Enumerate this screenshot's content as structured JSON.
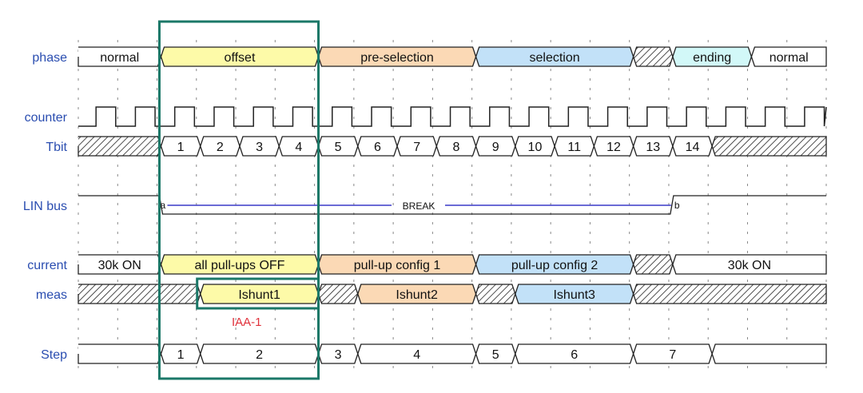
{
  "time_units": 19,
  "colors": {
    "yellow": "#fdfaa8",
    "orange": "#fbd9b5",
    "blue": "#c2e1f8",
    "cyan": "#d2f8f8",
    "white": "#ffffff",
    "label": "#2a4db0",
    "highlight": "#1b7868",
    "annotation": "#e0303a",
    "break_line": "#3a3ac8"
  },
  "signals": [
    {
      "id": "phase",
      "label": "phase",
      "type": "bus",
      "segments": [
        {
          "start": 0,
          "end": 2.1,
          "text": "normal",
          "fill": "white"
        },
        {
          "start": 2.1,
          "end": 6.1,
          "text": "offset",
          "fill": "yellow"
        },
        {
          "start": 6.1,
          "end": 10.1,
          "text": "pre-selection",
          "fill": "orange"
        },
        {
          "start": 10.1,
          "end": 14.1,
          "text": "selection",
          "fill": "blue"
        },
        {
          "start": 14.1,
          "end": 15.1,
          "text": "",
          "fill": "hatch"
        },
        {
          "start": 15.1,
          "end": 17.1,
          "text": "ending",
          "fill": "cyan"
        },
        {
          "start": 17.1,
          "end": 19,
          "text": "normal",
          "fill": "white"
        }
      ]
    },
    {
      "id": "counter",
      "label": "counter",
      "type": "clock",
      "high_from": 0.45,
      "high_to": 0.95
    },
    {
      "id": "tbit",
      "label": "Tbit",
      "type": "bus",
      "segments": [
        {
          "start": 0,
          "end": 2.1,
          "text": "",
          "fill": "hatch"
        },
        {
          "start": 2.1,
          "end": 3.1,
          "text": "1",
          "fill": "white"
        },
        {
          "start": 3.1,
          "end": 4.1,
          "text": "2",
          "fill": "white"
        },
        {
          "start": 4.1,
          "end": 5.1,
          "text": "3",
          "fill": "white"
        },
        {
          "start": 5.1,
          "end": 6.1,
          "text": "4",
          "fill": "white"
        },
        {
          "start": 6.1,
          "end": 7.1,
          "text": "5",
          "fill": "white"
        },
        {
          "start": 7.1,
          "end": 8.1,
          "text": "6",
          "fill": "white"
        },
        {
          "start": 8.1,
          "end": 9.1,
          "text": "7",
          "fill": "white"
        },
        {
          "start": 9.1,
          "end": 10.1,
          "text": "8",
          "fill": "white"
        },
        {
          "start": 10.1,
          "end": 11.1,
          "text": "9",
          "fill": "white"
        },
        {
          "start": 11.1,
          "end": 12.1,
          "text": "10",
          "fill": "white"
        },
        {
          "start": 12.1,
          "end": 13.1,
          "text": "11",
          "fill": "white"
        },
        {
          "start": 13.1,
          "end": 14.1,
          "text": "12",
          "fill": "white"
        },
        {
          "start": 14.1,
          "end": 15.1,
          "text": "13",
          "fill": "white"
        },
        {
          "start": 15.1,
          "end": 16.1,
          "text": "14",
          "fill": "white"
        },
        {
          "start": 16.1,
          "end": 19,
          "text": "",
          "fill": "hatch"
        }
      ]
    },
    {
      "id": "lin",
      "label": "LIN bus",
      "type": "lin",
      "low_start": 2.1,
      "low_end": 15.1,
      "break_text": "BREAK",
      "marker_a": "a",
      "marker_b": "b"
    },
    {
      "id": "current",
      "label": "current",
      "type": "bus",
      "segments": [
        {
          "start": 0,
          "end": 2.1,
          "text": "30k ON",
          "fill": "white"
        },
        {
          "start": 2.1,
          "end": 6.1,
          "text": "all pull-ups OFF",
          "fill": "yellow"
        },
        {
          "start": 6.1,
          "end": 10.1,
          "text": "pull-up config 1",
          "fill": "orange"
        },
        {
          "start": 10.1,
          "end": 14.1,
          "text": "pull-up config 2",
          "fill": "blue"
        },
        {
          "start": 14.1,
          "end": 15.1,
          "text": "",
          "fill": "hatch"
        },
        {
          "start": 15.1,
          "end": 19,
          "text": "30k ON",
          "fill": "white"
        }
      ]
    },
    {
      "id": "meas",
      "label": "meas",
      "type": "bus",
      "segments": [
        {
          "start": 0,
          "end": 3.1,
          "text": "",
          "fill": "hatch"
        },
        {
          "start": 3.1,
          "end": 6.1,
          "text": "Ishunt1",
          "fill": "yellow"
        },
        {
          "start": 6.1,
          "end": 7.1,
          "text": "",
          "fill": "hatch"
        },
        {
          "start": 7.1,
          "end": 10.1,
          "text": "Ishunt2",
          "fill": "orange"
        },
        {
          "start": 10.1,
          "end": 11.1,
          "text": "",
          "fill": "hatch"
        },
        {
          "start": 11.1,
          "end": 14.1,
          "text": "Ishunt3",
          "fill": "blue"
        },
        {
          "start": 14.1,
          "end": 19,
          "text": "",
          "fill": "hatch"
        }
      ]
    },
    {
      "id": "step",
      "label": "Step",
      "type": "bus",
      "segments": [
        {
          "start": 0,
          "end": 2.1,
          "text": "",
          "fill": "white"
        },
        {
          "start": 2.1,
          "end": 3.1,
          "text": "1",
          "fill": "white"
        },
        {
          "start": 3.1,
          "end": 6.1,
          "text": "2",
          "fill": "white"
        },
        {
          "start": 6.1,
          "end": 7.1,
          "text": "3",
          "fill": "white"
        },
        {
          "start": 7.1,
          "end": 10.1,
          "text": "4",
          "fill": "white"
        },
        {
          "start": 10.1,
          "end": 11.1,
          "text": "5",
          "fill": "white"
        },
        {
          "start": 11.1,
          "end": 14.1,
          "text": "6",
          "fill": "white"
        },
        {
          "start": 14.1,
          "end": 16.1,
          "text": "7",
          "fill": "white"
        },
        {
          "start": 16.1,
          "end": 19,
          "text": "",
          "fill": "white"
        }
      ]
    }
  ],
  "annotation": {
    "text": "IAA-1"
  },
  "highlights": [
    {
      "name": "offset-window",
      "start": 2.1,
      "end": 6.1
    },
    {
      "name": "ishunt1-window",
      "start": 3.1,
      "end": 6.1
    }
  ]
}
